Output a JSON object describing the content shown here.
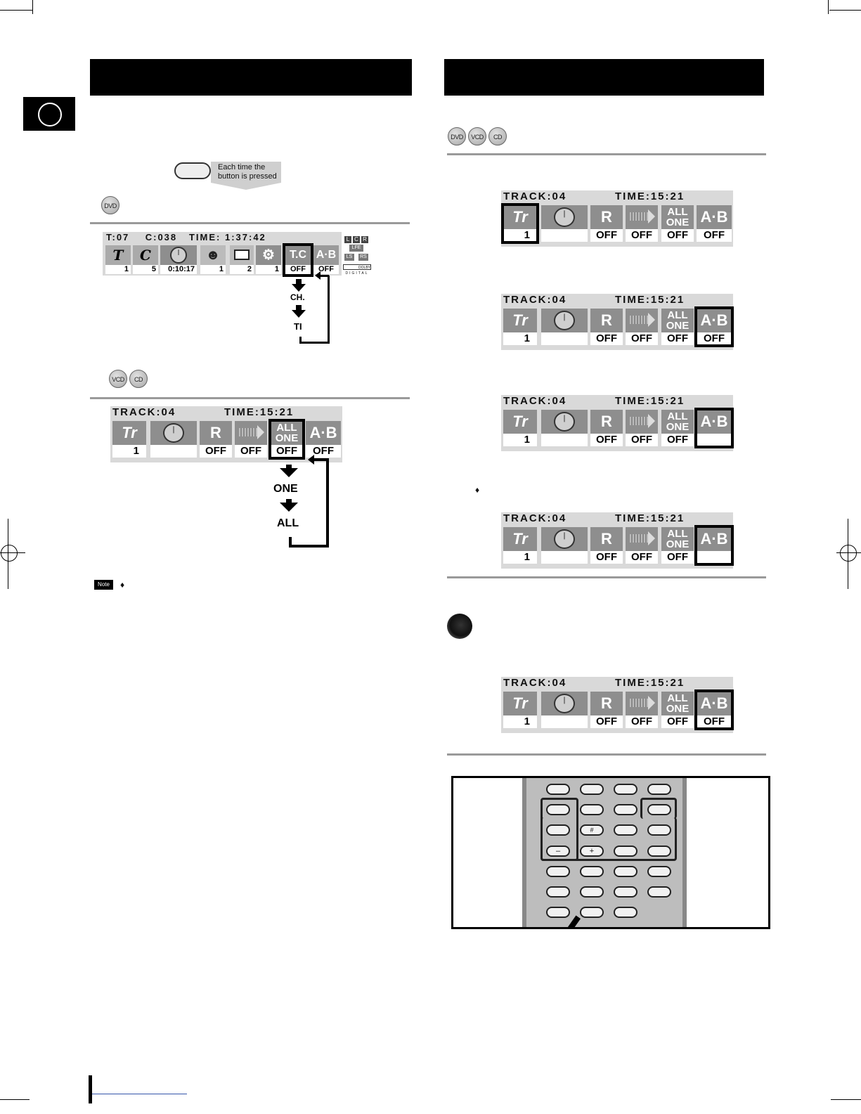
{
  "callout": {
    "line1": "Each time the",
    "line2": "button is pressed"
  },
  "discs": {
    "dvd": "DVD",
    "vcd": "VCD",
    "cd": "CD"
  },
  "note_label": "Note",
  "bullet": "♦",
  "dvd_osd": {
    "top_text": "T:07    C:038   TIME: 1:37:42",
    "values": [
      "1",
      "5",
      "0:10:17",
      "1",
      "2",
      "1",
      "OFF",
      "OFF"
    ],
    "tc_label": "T.C",
    "ab_label": "A·B",
    "audio": [
      "L",
      "C",
      "R",
      "LFE",
      "LS",
      "RS"
    ],
    "dolby": "DOLBY",
    "digital": "DIGITAL"
  },
  "dvd_flow": [
    "CH.",
    "TI"
  ],
  "track_osd": {
    "top_track": "TRACK:04",
    "top_time": "TIME:15:21",
    "tr_label": "Tr",
    "r_label": "R",
    "allone_1": "ALL",
    "allone_2": "ONE",
    "ab_label": "A·B",
    "tr_value": "1",
    "off": "OFF"
  },
  "vcd_flow": [
    "ONE",
    "ALL"
  ],
  "remote_symbols": {
    "hash": "#",
    "minus": "–",
    "plus": "+"
  }
}
